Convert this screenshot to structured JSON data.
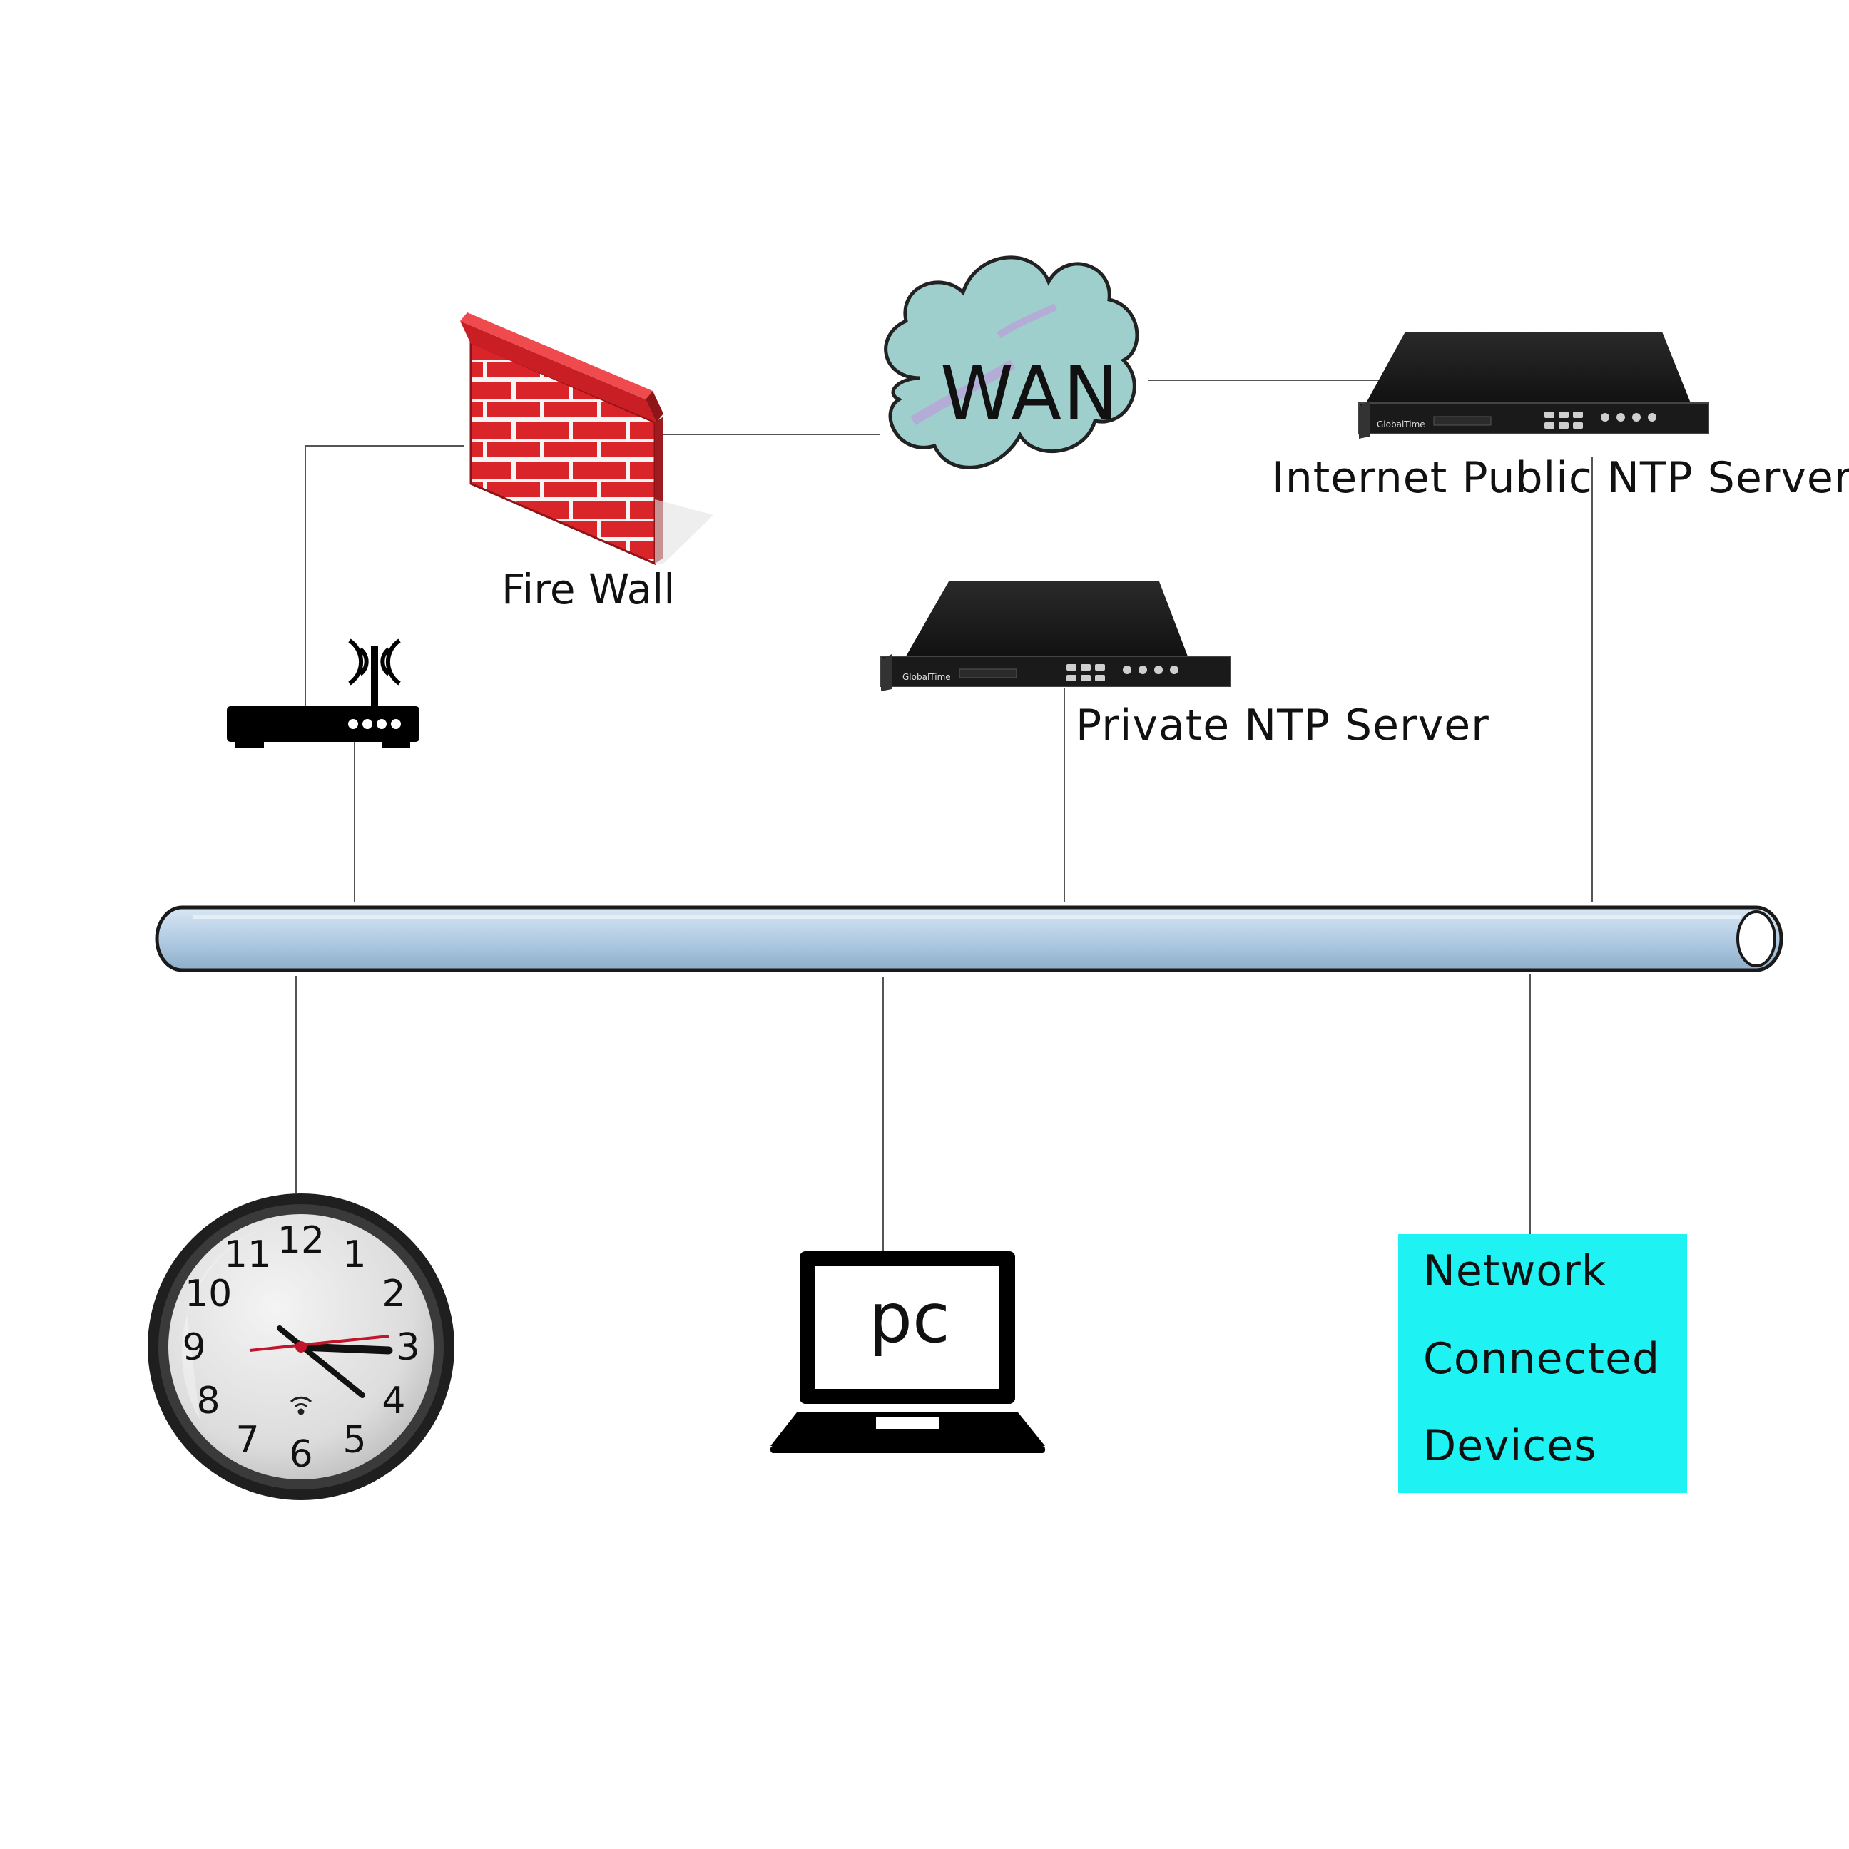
{
  "labels": {
    "firewall": "Fire Wall",
    "wan": "WAN",
    "public_ntp": "Internet Public NTP Server",
    "private_ntp": "Private NTP Server",
    "pc": "pc",
    "network_devices": [
      "Network",
      "Connected",
      "Devices"
    ]
  },
  "device_brand": "GlobalTime",
  "clock_numerals": [
    "12",
    "1",
    "2",
    "3",
    "4",
    "5",
    "6",
    "7",
    "8",
    "9",
    "10",
    "11"
  ],
  "colors": {
    "bus": "#b9d2e8",
    "cloud": "#9fcfcd",
    "firewall": "#e0282c",
    "devices_box": "#1ff2f2",
    "server": "#1b1b1b"
  }
}
